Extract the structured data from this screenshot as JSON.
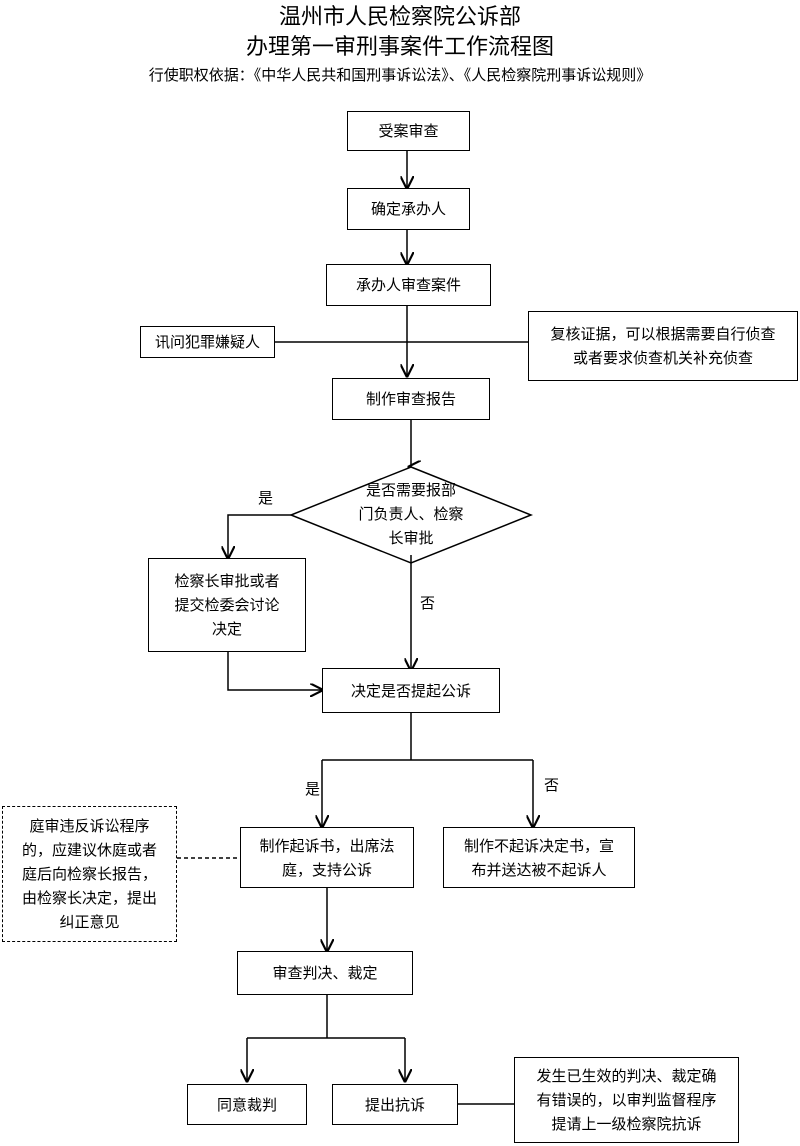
{
  "title": {
    "line1": "温州市人民检察院公诉部",
    "line2": "办理第一审刑事案件工作流程图"
  },
  "basis": "行使职权依据：《中华人民共和国刑事诉讼法》、《人民检察院刑事诉讼规则》",
  "nodes": {
    "receive": "受案审查",
    "assign": "确定承办人",
    "review": "承办人审查案件",
    "interrogate": "讯问犯罪嫌疑人",
    "verify": "复核证据，可以根据需要自行侦查\n或者要求侦查机关补充侦查",
    "report": "制作审查报告",
    "decision_need": "是否需要报部\n门负责人、检察\n长审批",
    "chief_approval": "检察长审批或者\n提交检委会讨论\n决定",
    "prosecute_decision": "决定是否提起公诉",
    "indict": "制作起诉书，出席法\n庭，支持公诉",
    "not_indict": "制作不起诉决定书，宣\n布并送达被不起诉人",
    "court_violation": "庭审违反诉讼程序\n的，应建议休庭或者\n庭后向检察长报告，\n由检察长决定，提出\n纠正意见",
    "review_judgment": "审查判决、裁定",
    "agree": "同意裁判",
    "protest": "提出抗诉",
    "supervision": "发生已生效的判决、裁定确\n有错误的，以审判监督程序\n提请上一级检察院抗诉"
  },
  "labels": {
    "yes1": "是",
    "no1": "否",
    "yes2": "是",
    "no2": "否"
  }
}
